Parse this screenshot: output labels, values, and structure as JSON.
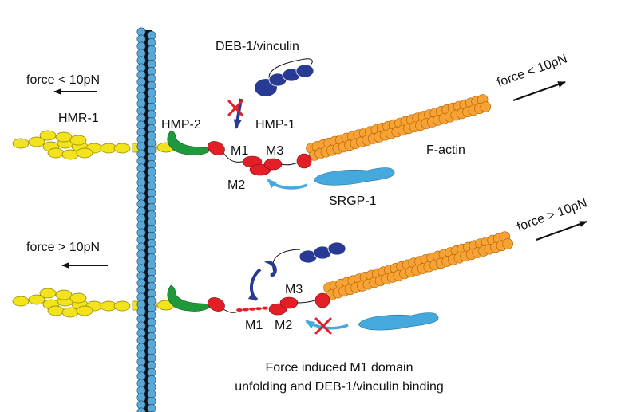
{
  "labels": {
    "deb1": "DEB-1/vinculin",
    "force_lt_left": "force < 10pN",
    "force_lt_right": "force < 10pN",
    "force_gt_left": "force > 10pN",
    "force_gt_right": "force > 10pN",
    "hmr1": "HMR-1",
    "hmp2": "HMP-2",
    "hmp1": "HMP-1",
    "factin": "F-actin",
    "srgp1": "SRGP-1",
    "m1_top": "M1",
    "m2_top": "M2",
    "m3_top": "M3",
    "m1_bottom": "M1",
    "m2_bottom": "M2",
    "m3_bottom": "M3"
  },
  "caption": {
    "line1": "Force induced M1 domain",
    "line2": "unfolding and DEB-1/vinculin binding"
  },
  "colors": {
    "membrane_bead": "#5aa8d8",
    "membrane_core": "#111111",
    "hmr1": "#f2e31c",
    "hmp2": "#1e9a3c",
    "hmp1": "#e21f26",
    "factin": "#f7a234",
    "deb1": "#283a93",
    "srgp1": "#46a9de",
    "inhibit": "#e21f26"
  },
  "icons": {
    "arrow": "black-arrow-icon",
    "block": "red-x-icon"
  }
}
